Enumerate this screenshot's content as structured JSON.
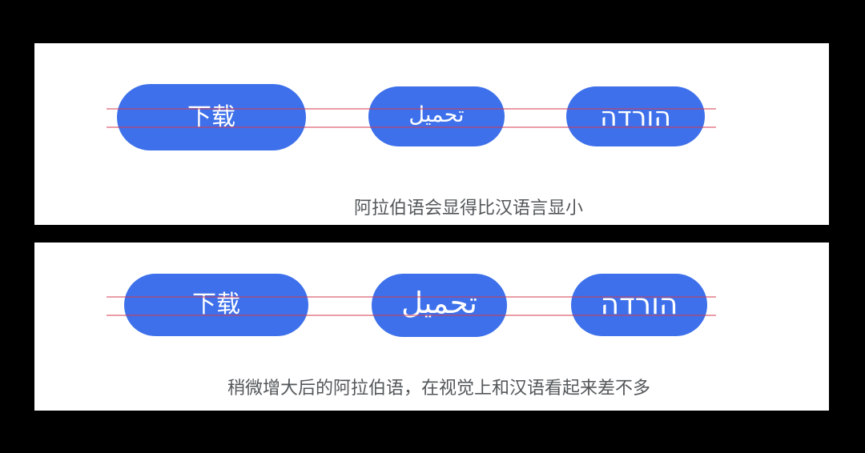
{
  "colors": {
    "background": "#000000",
    "panel_background": "#FFFFFF",
    "button_blue": "#3D70EA",
    "button_text": "#FFFFFF",
    "guide_line_red": "rgba(214,60,80,0.5)",
    "caption_gray": "#53575A"
  },
  "panel1": {
    "buttons": [
      {
        "label": "下载",
        "script": "Chinese"
      },
      {
        "label": "تحميل",
        "script": "Arabic"
      },
      {
        "label": "הורדה",
        "script": "Hebrew"
      }
    ],
    "caption": "阿拉伯语会显得比汉语言显小"
  },
  "panel2": {
    "buttons": [
      {
        "label": "下载",
        "script": "Chinese"
      },
      {
        "label": "تحميل",
        "script": "Arabic"
      },
      {
        "label": "הורדה",
        "script": "Hebrew"
      }
    ],
    "caption": "稍微增大后的阿拉伯语，在视觉上和汉语看起来差不多"
  }
}
